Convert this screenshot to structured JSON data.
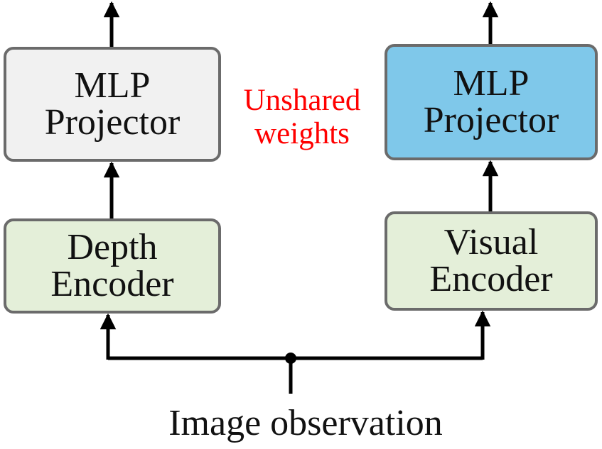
{
  "left_branch": {
    "projector": {
      "line1": "MLP",
      "line2": "Projector"
    },
    "encoder": {
      "line1": "Depth",
      "line2": "Encoder"
    }
  },
  "right_branch": {
    "projector": {
      "line1": "MLP",
      "line2": "Projector"
    },
    "encoder": {
      "line1": "Visual",
      "line2": "Encoder"
    }
  },
  "note": {
    "line1": "Unshared",
    "line2": "weights"
  },
  "input_label": "Image observation",
  "colors": {
    "left_projector_fill": "#f1f1f1",
    "right_projector_fill": "#7fc8ea",
    "encoder_fill": "#e4efd9",
    "box_border": "#6b6b6b",
    "note_text": "#ff0000",
    "arrows": "#000000"
  }
}
